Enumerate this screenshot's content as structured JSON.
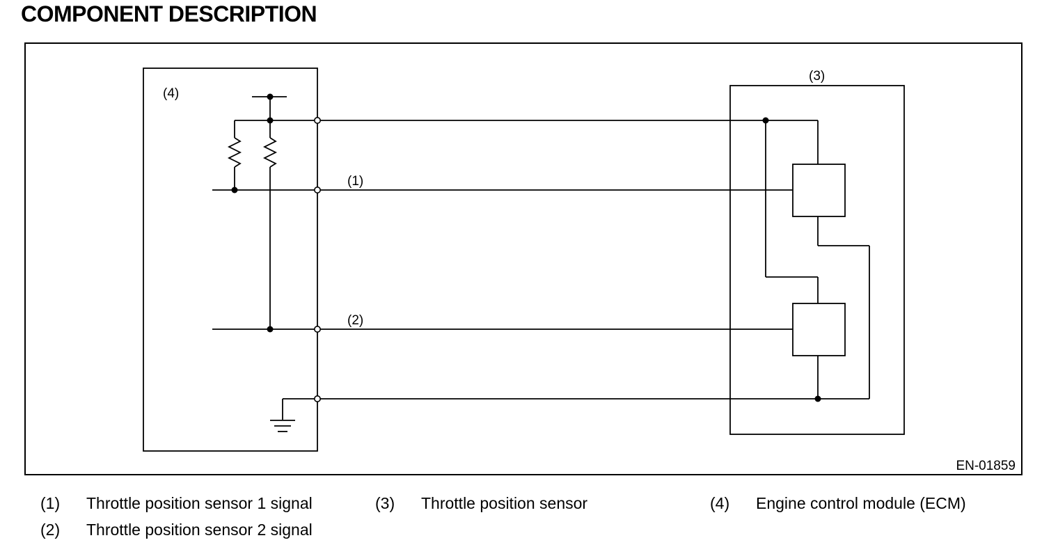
{
  "title": "COMPONENT DESCRIPTION",
  "diagram": {
    "figure_id": "EN-01859",
    "labels": {
      "ecm": "(4)",
      "sensor": "(3)",
      "signal1": "(1)",
      "signal2": "(2)"
    }
  },
  "legend": [
    {
      "num": "(1)",
      "text": "Throttle position sensor 1 signal"
    },
    {
      "num": "(2)",
      "text": "Throttle position sensor 2 signal"
    },
    {
      "num": "(3)",
      "text": "Throttle position sensor"
    },
    {
      "num": "(4)",
      "text": "Engine control module (ECM)"
    }
  ]
}
